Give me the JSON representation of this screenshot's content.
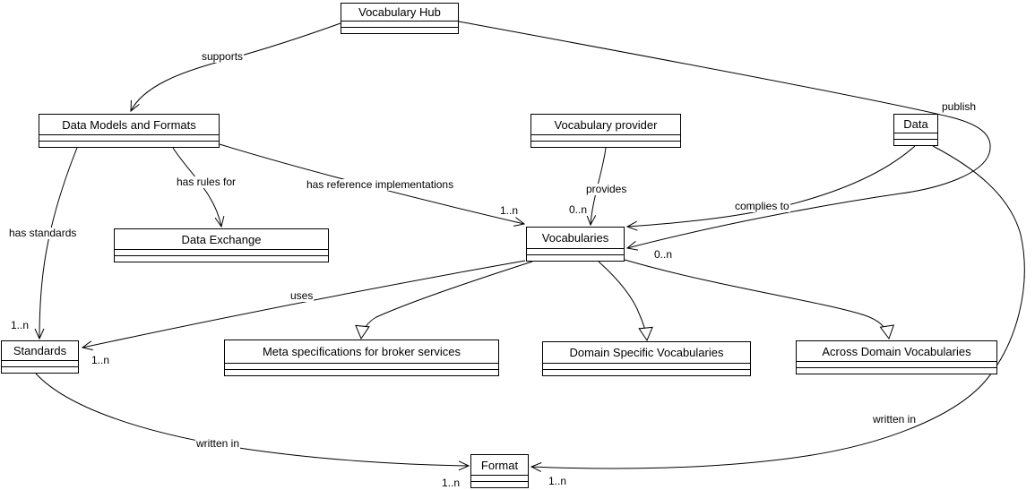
{
  "diagram": {
    "type": "uml-class-diagram",
    "background_color": "#ffffff",
    "line_color": "#000000",
    "text_color": "#000000",
    "nodes": [
      {
        "id": "vocabulary-hub",
        "label": "Vocabulary Hub"
      },
      {
        "id": "data-models-and-formats",
        "label": "Data Models and Formats"
      },
      {
        "id": "vocabulary-provider",
        "label": "Vocabulary provider"
      },
      {
        "id": "data",
        "label": "Data"
      },
      {
        "id": "data-exchange",
        "label": "Data Exchange"
      },
      {
        "id": "vocabularies",
        "label": "Vocabularies"
      },
      {
        "id": "standards",
        "label": "Standards"
      },
      {
        "id": "meta-specifications",
        "label": "Meta specifications for broker services"
      },
      {
        "id": "domain-specific-vocabularies",
        "label": "Domain Specific Vocabularies"
      },
      {
        "id": "across-domain-vocabularies",
        "label": "Across Domain Vocabularies"
      },
      {
        "id": "format",
        "label": "Format"
      }
    ],
    "edges": [
      {
        "id": "supports",
        "from": "Vocabulary Hub",
        "to": "Data Models and Formats",
        "label": "supports",
        "type": "association"
      },
      {
        "id": "publish",
        "from": "Vocabulary Hub",
        "to": "Vocabularies",
        "label": "publish",
        "target_multiplicity": "0..n",
        "type": "association"
      },
      {
        "id": "has-rules-for",
        "from": "Data Models and Formats",
        "to": "Data Exchange",
        "label": "has rules for",
        "type": "association"
      },
      {
        "id": "has-reference-implementations",
        "from": "Data Models and Formats",
        "to": "Vocabularies",
        "label": "has reference implementations",
        "target_multiplicity": "1..n",
        "type": "association"
      },
      {
        "id": "provides",
        "from": "Vocabulary provider",
        "to": "Vocabularies",
        "label": "provides",
        "target_multiplicity": "0..n",
        "type": "association"
      },
      {
        "id": "complies-to",
        "from": "Data",
        "to": "Vocabularies",
        "label": "complies to",
        "type": "association"
      },
      {
        "id": "has-standards",
        "from": "Data Models and Formats",
        "to": "Standards",
        "label": "has standards",
        "target_multiplicity": "1..n",
        "type": "association"
      },
      {
        "id": "uses",
        "from": "Vocabularies",
        "to": "Standards",
        "label": "uses",
        "target_multiplicity": "1..n",
        "type": "association"
      },
      {
        "id": "generalization-meta-specifications",
        "from": "Vocabularies",
        "to": "Meta specifications for broker services",
        "type": "generalization"
      },
      {
        "id": "generalization-domain-specific",
        "from": "Vocabularies",
        "to": "Domain Specific Vocabularies",
        "type": "generalization"
      },
      {
        "id": "generalization-across-domain",
        "from": "Vocabularies",
        "to": "Across Domain Vocabularies",
        "type": "generalization"
      },
      {
        "id": "written-in-standards",
        "from": "Standards",
        "to": "Format",
        "label": "written in",
        "target_multiplicity": "1..n",
        "type": "association"
      },
      {
        "id": "written-in-data",
        "from": "Data",
        "to": "Format",
        "label": "written in",
        "target_multiplicity": "1..n",
        "type": "association"
      }
    ]
  }
}
